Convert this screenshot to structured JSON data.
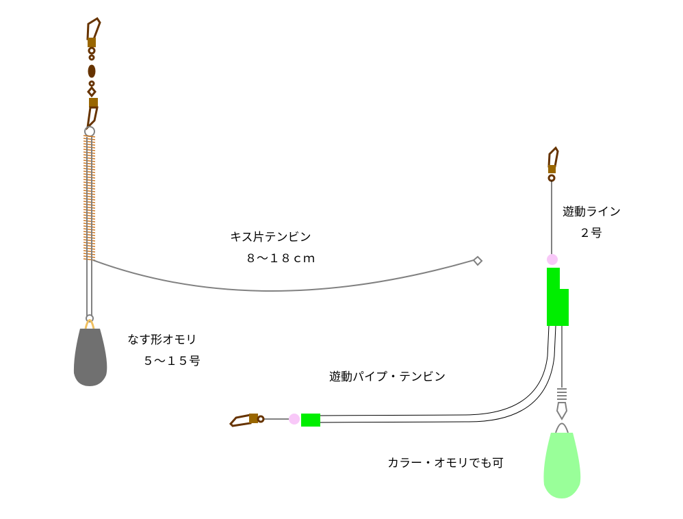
{
  "labels": {
    "kisu_tenbin": "キス片テンビン",
    "kisu_tenbin_size": "８～１８ｃｍ",
    "nasu_omori": "なす形オモリ",
    "nasu_omori_size": "５～１５号",
    "yudo_line": "遊動ライン",
    "yudo_line_size": "２号",
    "yudo_pipe": "遊動パイプ・テンビン",
    "color_omori": "カラー・オモリでも可"
  },
  "colors": {
    "swivel_brown": "#663300",
    "swivel_gold": "#996600",
    "spring_orange": "#cc7722",
    "wire_gray": "#808080",
    "sinker_gray": "#707070",
    "pipe_green": "#00ee00",
    "bead_pink": "#f8c8f8",
    "color_sinker": "#99ff99",
    "loop_yellow": "#f0c060"
  }
}
